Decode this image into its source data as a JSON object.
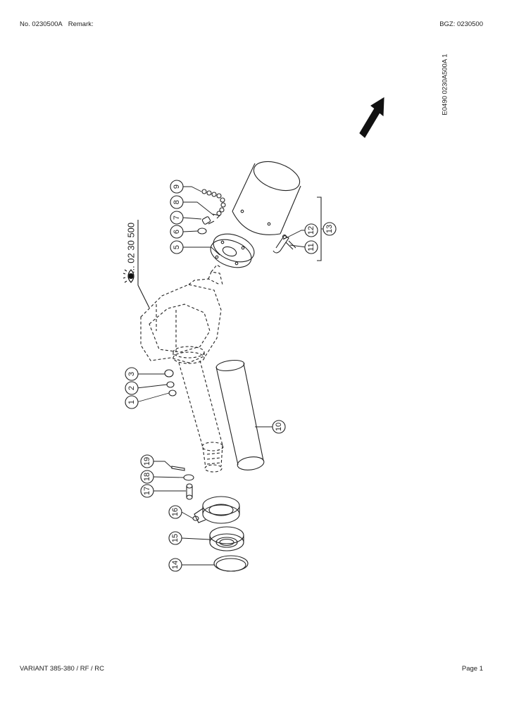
{
  "header": {
    "number": "No. 0230500A",
    "remark_label": "Remark:",
    "bgz": "BGZ: 0230500"
  },
  "footer": {
    "model": "VARIANT 385-380 / RF / RC",
    "page": "Page 1"
  },
  "drawing_code": "E0490 0230A500A 1",
  "view_reference": "... 02 30 500",
  "callouts": [
    "1",
    "2",
    "3",
    "5",
    "6",
    "7",
    "8",
    "9",
    "10",
    "11",
    "12",
    "13",
    "14",
    "15",
    "16",
    "17",
    "18",
    "19"
  ],
  "icons": {
    "direction": "arrow-direction-icon",
    "view": "eye-view-icon"
  }
}
